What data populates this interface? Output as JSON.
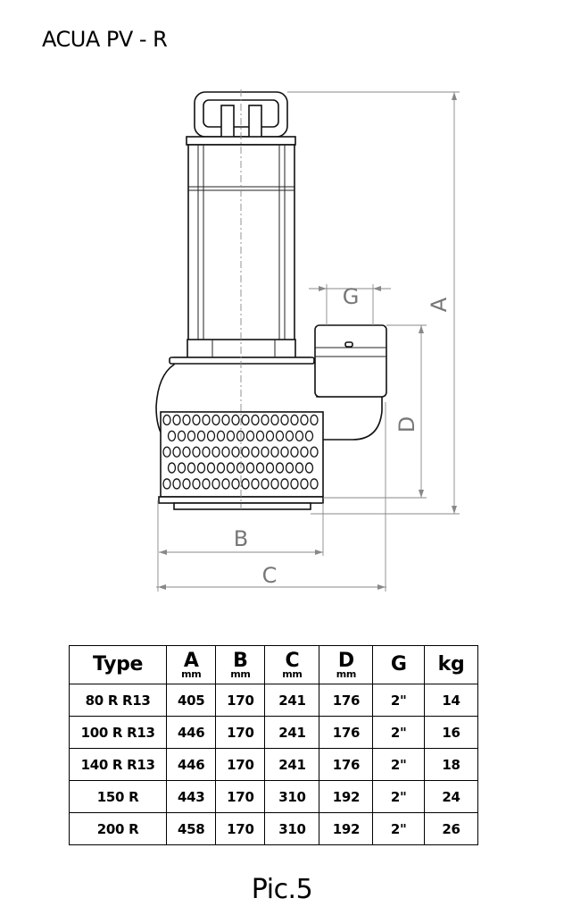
{
  "title": "ACUA PV - R",
  "drawing": {
    "dimension_labels": {
      "A": "A",
      "B": "B",
      "C": "C",
      "D": "D",
      "G": "G"
    }
  },
  "table": {
    "headers": [
      {
        "label": "Type",
        "unit": ""
      },
      {
        "label": "A",
        "unit": "mm"
      },
      {
        "label": "B",
        "unit": "mm"
      },
      {
        "label": "C",
        "unit": "mm"
      },
      {
        "label": "D",
        "unit": "mm"
      },
      {
        "label": "G",
        "unit": ""
      },
      {
        "label": "kg",
        "unit": ""
      }
    ],
    "rows": [
      [
        "80 R R13",
        "405",
        "170",
        "241",
        "176",
        "2\"",
        "14"
      ],
      [
        "100 R R13",
        "446",
        "170",
        "241",
        "176",
        "2\"",
        "16"
      ],
      [
        "140 R R13",
        "446",
        "170",
        "241",
        "176",
        "2\"",
        "18"
      ],
      [
        "150 R",
        "443",
        "170",
        "310",
        "192",
        "2\"",
        "24"
      ],
      [
        "200 R",
        "458",
        "170",
        "310",
        "192",
        "2\"",
        "26"
      ]
    ]
  },
  "caption": "Pic.5"
}
